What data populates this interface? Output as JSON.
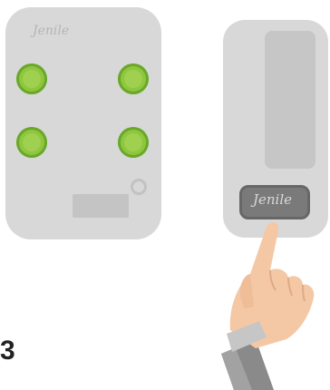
{
  "base_device": {
    "logo_text": "Jenile",
    "led_color": "#8fc63f"
  },
  "remote_device": {
    "button_logo_text": "Jenile"
  },
  "step": {
    "number": "3"
  }
}
